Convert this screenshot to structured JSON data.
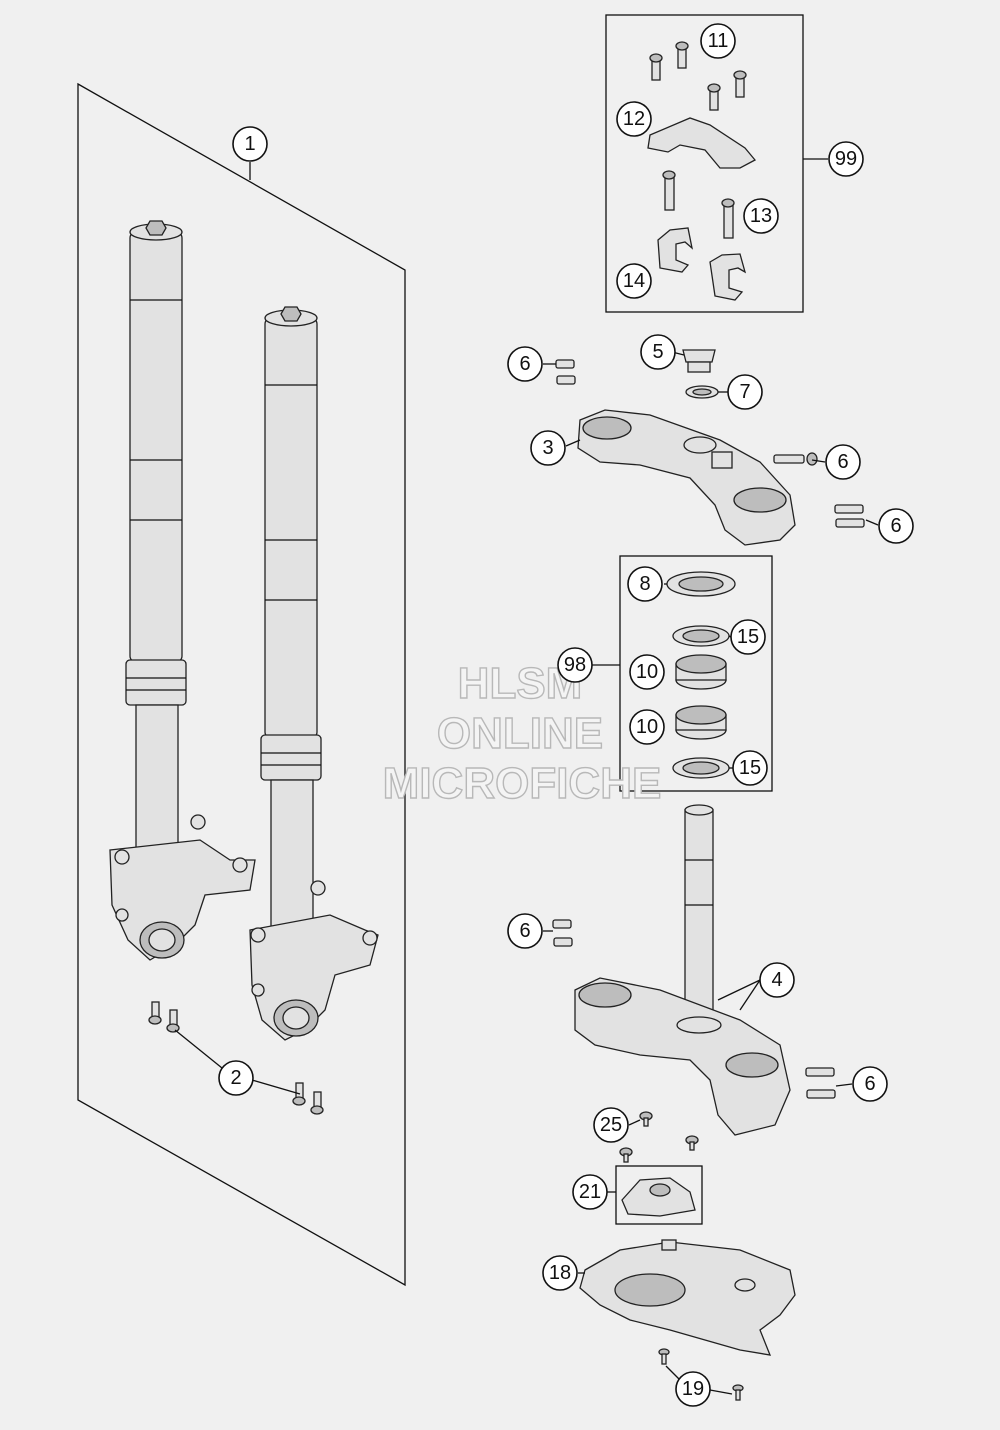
{
  "watermark": {
    "line1": "HLSM",
    "line2": "ONLINE",
    "line3": "MICROFICHE"
  },
  "callouts": {
    "c1": "1",
    "c2": "2",
    "c3": "3",
    "c4": "4",
    "c5": "5",
    "c6a": "6",
    "c6b": "6",
    "c6c": "6",
    "c6d": "6",
    "c6e": "6",
    "c7": "7",
    "c8": "8",
    "c10a": "10",
    "c10b": "10",
    "c11": "11",
    "c12": "12",
    "c13": "13",
    "c14": "14",
    "c15a": "15",
    "c15b": "15",
    "c18": "18",
    "c19": "19",
    "c21": "21",
    "c25": "25",
    "c98": "98",
    "c99": "99"
  }
}
